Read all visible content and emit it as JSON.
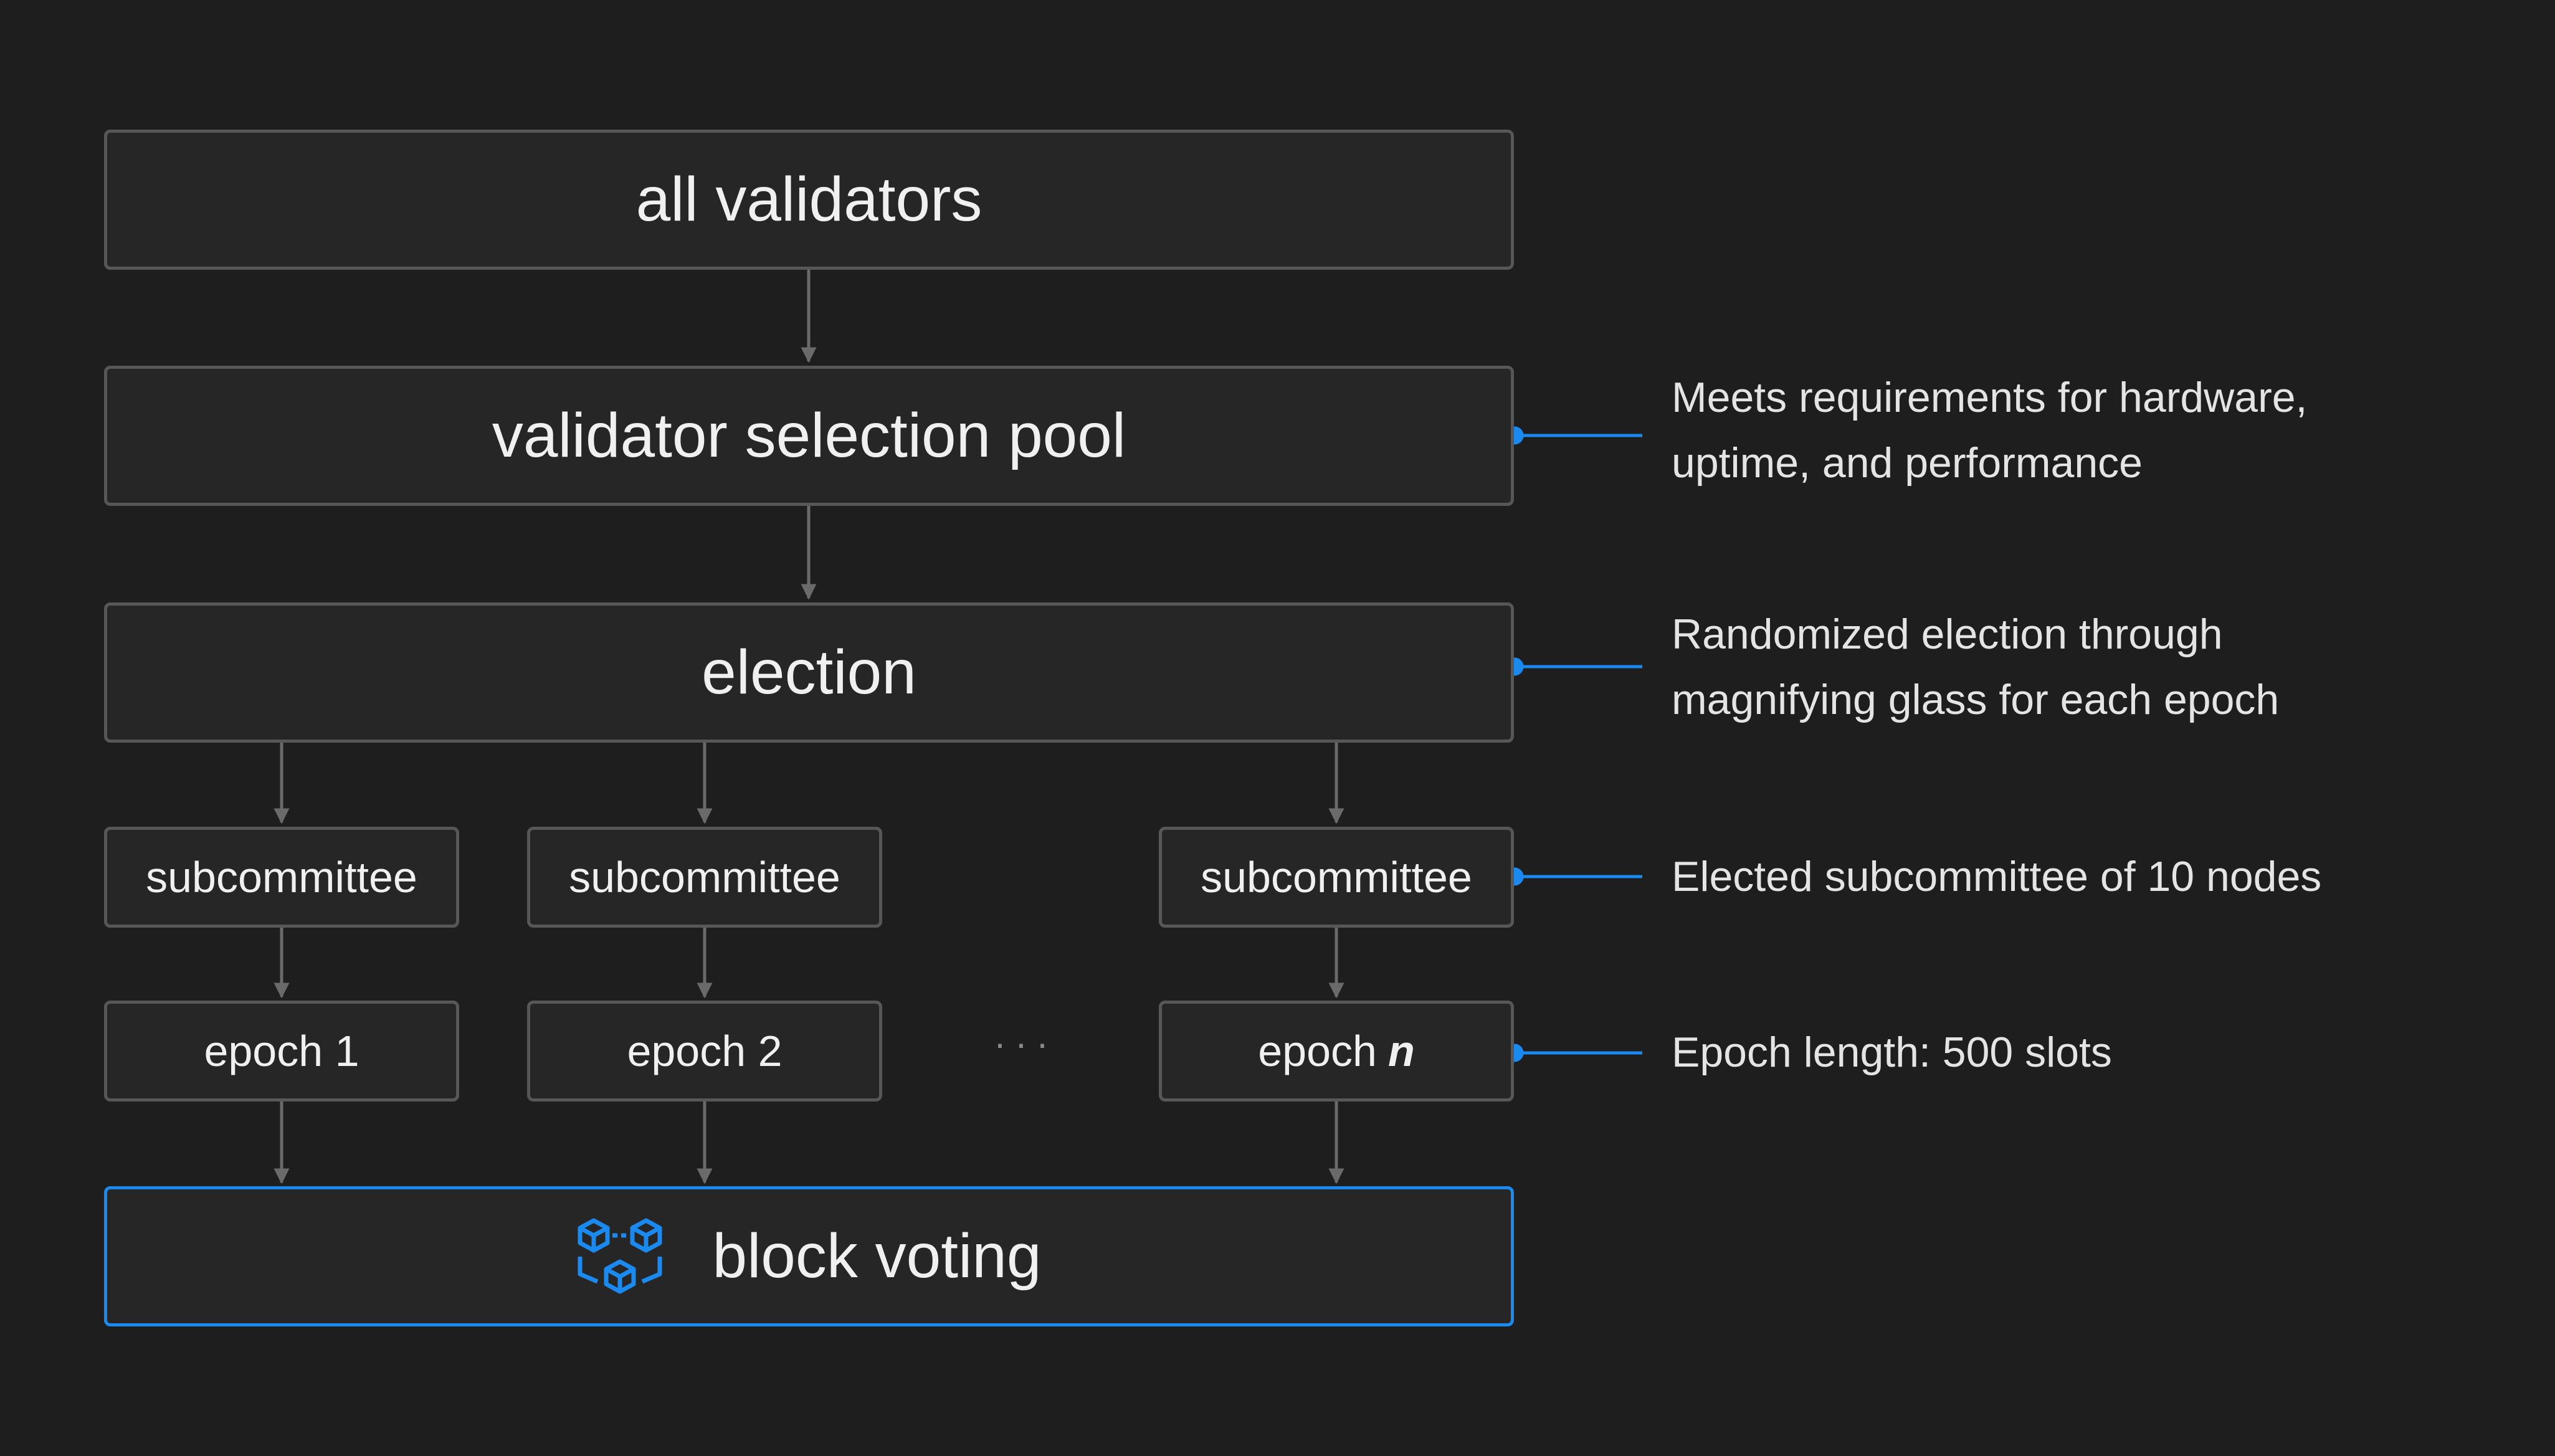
{
  "nodes": {
    "all_validators": "all validators",
    "selection_pool": "validator selection pool",
    "election": "election",
    "subcommittee_1": "subcommittee",
    "subcommittee_2": "subcommittee",
    "subcommittee_n": "subcommittee",
    "epoch_1": "epoch 1",
    "epoch_2": "epoch 2",
    "epoch_n_prefix": "epoch",
    "epoch_n_var": "n",
    "block_voting": "block voting"
  },
  "ellipsis": "···",
  "annotations": {
    "selection_pool": [
      "Meets requirements for hardware,",
      "uptime, and performance"
    ],
    "election": [
      "Randomized election through",
      "magnifying glass for each epoch"
    ],
    "subcommittee": [
      "Elected subcommittee of 10 nodes"
    ],
    "epoch": [
      "Epoch length: 500 slots"
    ]
  },
  "icons": {
    "block_voting": "connected-blocks-icon"
  },
  "colors": {
    "background": "#1e1e1f",
    "node_fill": "#262627",
    "node_border": "#575757",
    "accent": "#1b8af0",
    "connector": "#6a6a6a"
  }
}
